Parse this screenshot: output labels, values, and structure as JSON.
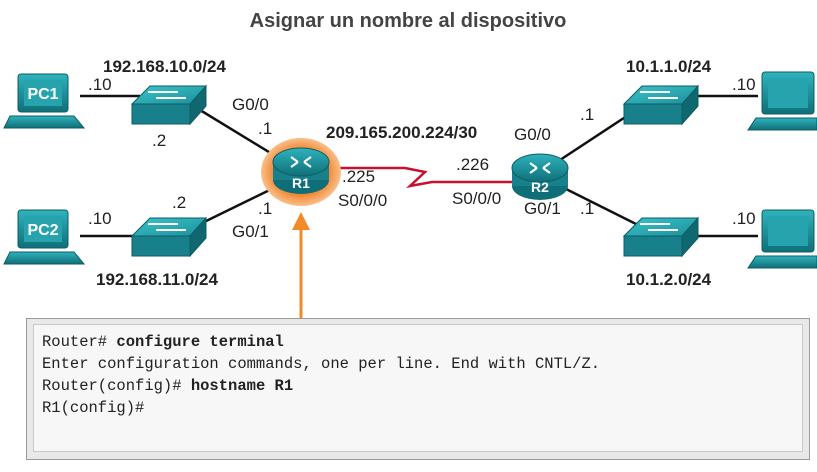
{
  "title": "Asignar un nombre al dispositivo",
  "networks": {
    "lan1": "192.168.10.0/24",
    "lan2": "192.168.11.0/24",
    "wan": "209.165.200.224/30",
    "lan3": "10.1.1.0/24",
    "lan4": "10.1.2.0/24"
  },
  "hosts": {
    "pc1": "PC1",
    "pc2": "PC2"
  },
  "routers": {
    "r1": "R1",
    "r2": "R2"
  },
  "addresses": {
    "pc1": ".10",
    "pc2": ".10",
    "sw1": ".2",
    "sw2": ".2",
    "r1_g00": ".1",
    "r1_g01": ".1",
    "r1_s000": ".225",
    "r2_s000": ".226",
    "r2_g00": ".1",
    "r2_g01": ".1",
    "pc3": ".10",
    "pc4": ".10"
  },
  "interfaces": {
    "r1_g00": "G0/0",
    "r1_g01": "G0/1",
    "r1_s000": "S0/0/0",
    "r2_g00": "G0/0",
    "r2_g01": "G0/1",
    "r2_s000": "S0/0/0"
  },
  "terminal": {
    "line1_prompt": "Router# ",
    "line1_cmd": "configure terminal",
    "line2": "Enter configuration commands, one per line. End with CNTL/Z.",
    "line3_prompt": "Router(config)# ",
    "line3_cmd": "hostname R1",
    "line4": "R1(config)#"
  },
  "colors": {
    "device_teal": "#1a8a94",
    "highlight": "#f07a1e",
    "serial_link": "#c8102e",
    "arrow": "#f08a2a"
  }
}
